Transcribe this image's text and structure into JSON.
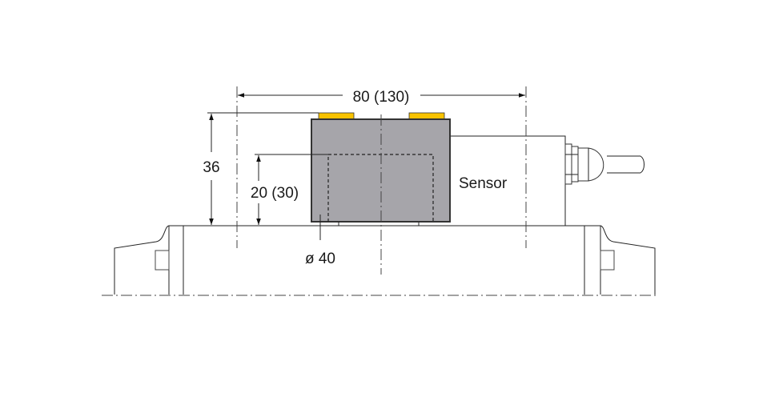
{
  "drawing": {
    "width_dimension": "80 (130)",
    "height_dimension": "36",
    "depth_dimension": "20 (30)",
    "diameter_dimension": "ø 40",
    "sensor_label": "Sensor"
  },
  "colors": {
    "housing": "#a6a5aa",
    "led": "#f9c300",
    "line": "#222222"
  }
}
